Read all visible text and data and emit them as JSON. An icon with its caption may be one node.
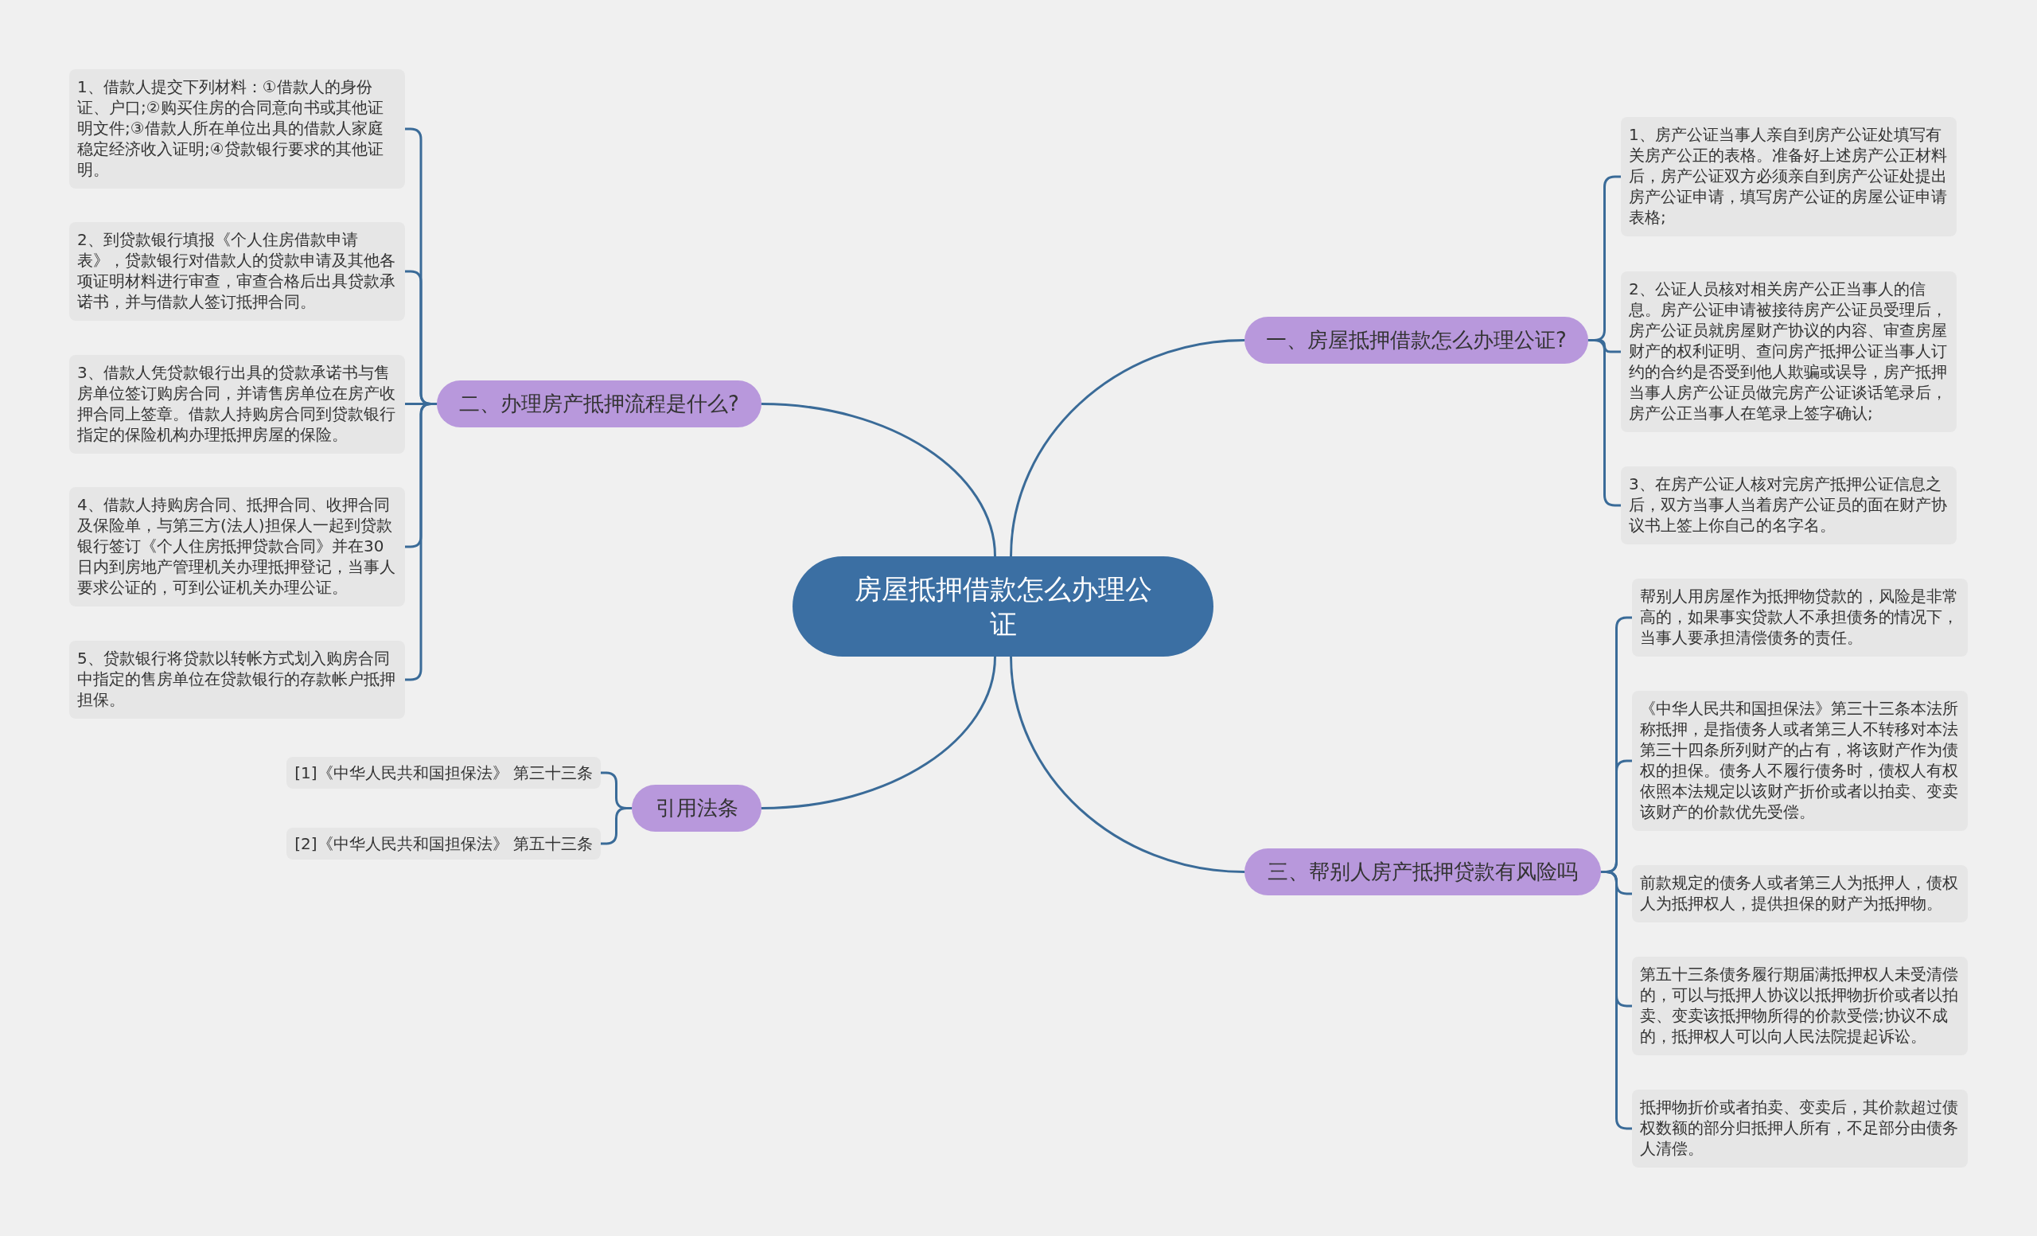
{
  "diagram": {
    "nodes": [
      {
        "text": [
          "房屋抵押借款怎么办理公证"
        ]
      },
      {
        "text": [
          "二、办理房产抵押流程是什么?"
        ]
      },
      {
        "text": [
          "1、借款人提交下列材料：①借款人的身份证、户口;②购买住房的合同意向书或其他证明文件;③借款人所在单位出具的借款人家庭稳定经济收入证明;④贷款银行要求的其他证明。"
        ]
      },
      {
        "text": [
          "2、到贷款银行填报《个人住房借款申请表》，贷款银行对借款人的贷款申请及其他各项证明材料进行审查，审查合格后出具贷款承诺书，并与借款人签订抵押合同。"
        ]
      },
      {
        "text": [
          "3、借款人凭贷款银行出具的贷款承诺书与售房单位签订购房合同，并请售房单位在房产收押合同上签章。借款人持购房合同到贷款银行指定的保险机构办理抵押房屋的保险。"
        ]
      },
      {
        "text": [
          "4、借款人持购房合同、抵押合同、收押合同及保险单，与第三方(法人)担保人一起到贷款银行签订《个人住房抵押贷款合同》并在30日内到房地产管理机关办理抵押登记，当事人要求公证的，可到公证机关办理公证。"
        ]
      },
      {
        "text": [
          "5、贷款银行将贷款以转帐方式划入购房合同中指定的售房单位在贷款银行的存款帐户抵押担保。"
        ]
      },
      {
        "text": [
          "引用法条"
        ]
      },
      {
        "text": [
          "[1]《中华人民共和国担保法》 第三十三条"
        ]
      },
      {
        "text": [
          "[2]《中华人民共和国担保法》 第五十三条"
        ]
      },
      {
        "text": [
          "一、房屋抵押借款怎么办理公证?"
        ]
      },
      {
        "text": [
          "1、房产公证当事人亲自到房产公证处填写有关房产公正的表格。准备好上述房产公正材料后，房产公证双方必须亲自到房产公证处提出房产公证申请，填写房产公证的房屋公证申请表格;"
        ]
      },
      {
        "text": [
          "2、公证人员核对相关房产公正当事人的信息。房产公证申请被接待房产公证员受理后，房产公证员就房屋财产协议的内容、审查房屋财产的权利证明、查问房产抵押公证当事人订约的合约是否受到他人欺骗或误导，房产抵押当事人房产公证员做完房产公证谈话笔录后，房产公正当事人在笔录上签字确认;"
        ]
      },
      {
        "text": [
          "3、在房产公证人核对完房产抵押公证信息之后，双方当事人当着房产公证员的面在财产协议书上签上你自己的名字名。"
        ]
      },
      {
        "text": [
          "三、帮别人房产抵押贷款有风险吗"
        ]
      },
      {
        "text": [
          "帮别人用房屋作为抵押物贷款的，风险是非常高的，如果事实贷款人不承担债务的情况下，当事人要承担清偿债务的责任。"
        ]
      },
      {
        "text": [
          "《中华人民共和国担保法》第三十三条本法所称抵押，是指债务人或者第三人不转移对本法第三十四条所列财产的占有，将该财产作为债权的担保。债务人不履行债务时，债权人有权依照本法规定以该财产折价或者以拍卖、变卖该财产的价款优先受偿。"
        ]
      },
      {
        "text": [
          "前款规定的债务人或者第三人为抵押人，债权人为抵押权人，提供担保的财产为抵押物。"
        ]
      },
      {
        "text": [
          "第五十三条债务履行期届满抵押权人未受清偿的，可以与抵押人协议以抵押物折价或者以拍卖、变卖该抵押物所得的价款受偿;协议不成的，抵押权人可以向人民法院提起诉讼。"
        ]
      },
      {
        "text": [
          "抵押物折价或者拍卖、变卖后，其价款超过债权数额的部分归抵押人所有，不足部分由债务人清偿。"
        ]
      }
    ],
    "edges": [
      {
        "from": 0,
        "to": 1,
        "arrow": "none"
      },
      {
        "from": 0,
        "to": 7,
        "arrow": "none"
      },
      {
        "from": 0,
        "to": 10,
        "arrow": "none"
      },
      {
        "from": 0,
        "to": 14,
        "arrow": "none"
      },
      {
        "from": 1,
        "to": 2,
        "arrow": "none"
      },
      {
        "from": 1,
        "to": 3,
        "arrow": "none"
      },
      {
        "from": 1,
        "to": 4,
        "arrow": "none"
      },
      {
        "from": 1,
        "to": 5,
        "arrow": "none"
      },
      {
        "from": 1,
        "to": 6,
        "arrow": "none"
      },
      {
        "from": 7,
        "to": 8,
        "arrow": "none"
      },
      {
        "from": 7,
        "to": 9,
        "arrow": "none"
      },
      {
        "from": 10,
        "to": 11,
        "arrow": "none"
      },
      {
        "from": 10,
        "to": 12,
        "arrow": "none"
      },
      {
        "from": 10,
        "to": 13,
        "arrow": "none"
      },
      {
        "from": 14,
        "to": 15,
        "arrow": "none"
      },
      {
        "from": 14,
        "to": 16,
        "arrow": "none"
      },
      {
        "from": 14,
        "to": 17,
        "arrow": "none"
      },
      {
        "from": 14,
        "to": 18,
        "arrow": "none"
      },
      {
        "from": 14,
        "to": 19,
        "arrow": "none"
      }
    ]
  }
}
